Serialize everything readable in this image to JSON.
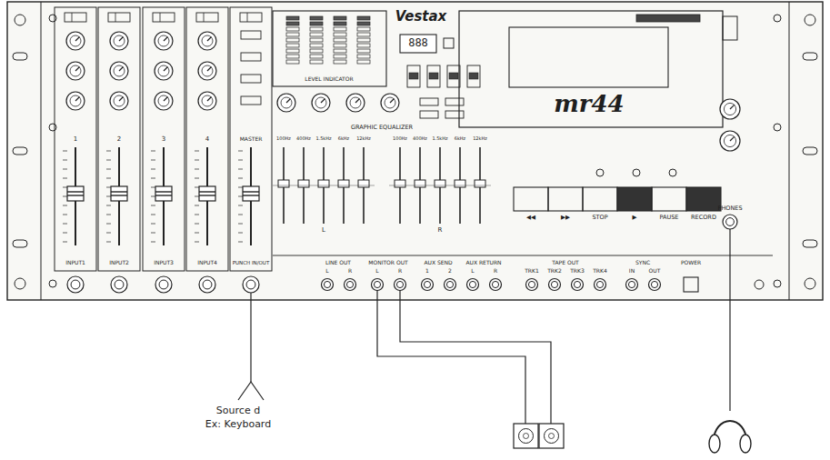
{
  "diagram": {
    "labels": [
      "1",
      "2",
      "3",
      "4",
      "MASTER",
      "INPUT1",
      "INPUT2",
      "INPUT3",
      "INPUT4",
      "PUNCH IN/OUT",
      "LEVEL INDICATOR",
      "Vestax",
      "888",
      "GRAPHIC EQUALIZER",
      "100Hz",
      "400Hz",
      "1.5kHz",
      "6kHz",
      "12kHz",
      "100Hz",
      "400Hz",
      "1.5kHz",
      "6kHz",
      "12kHz",
      "L",
      "R",
      "mr44",
      "◀◀",
      "▶▶",
      "STOP",
      "▶",
      "PAUSE",
      "RECORD",
      "PHONES",
      "LINE OUT",
      "L",
      "R",
      "MONITOR OUT",
      "L",
      "R",
      "AUX SEND",
      "1",
      "2",
      "AUX RETURN",
      "L",
      "R",
      "TAPE OUT",
      "TRK1",
      "TRK2",
      "TRK3",
      "TRK4",
      "SYNC",
      "IN",
      "OUT",
      "POWER",
      "Source d",
      "Ex: Keyboard"
    ]
  }
}
